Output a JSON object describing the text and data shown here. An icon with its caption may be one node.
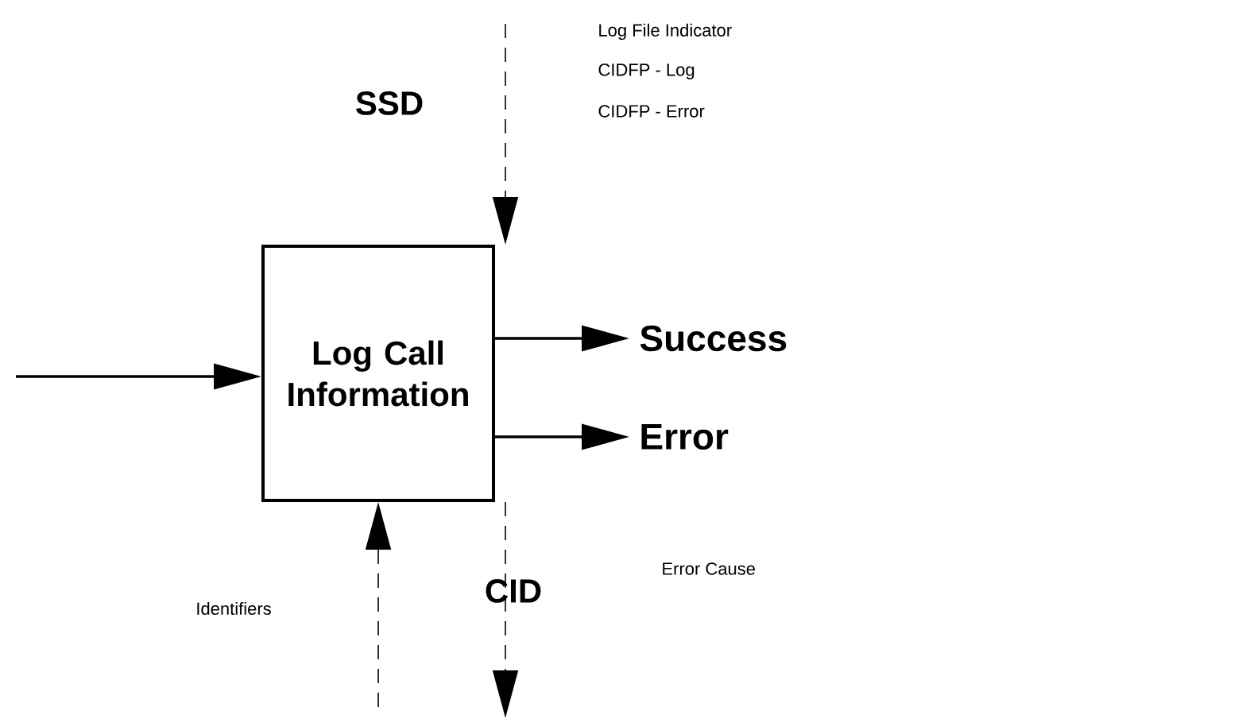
{
  "diagram": {
    "nodes": [
      {
        "text": [
          "Log Call Information"
        ]
      },
      {
        "text": [
          "Success"
        ]
      },
      {
        "text": [
          "Error"
        ]
      }
    ],
    "edges": [
      {
        "from": null,
        "to": 0,
        "arrow": "to"
      },
      {
        "from": null,
        "to": 0,
        "arrow": "to",
        "style": "dashed"
      },
      {
        "from": 0,
        "to": 1,
        "arrow": "to"
      },
      {
        "from": 0,
        "to": 2,
        "arrow": "to"
      },
      {
        "from": null,
        "to": 0,
        "arrow": "to",
        "style": "dashed"
      },
      {
        "from": 0,
        "to": null,
        "arrow": "to",
        "style": "dashed"
      }
    ],
    "labels": [
      "SSD",
      "Log File Indicator",
      "CIDFP - Log",
      "CIDFP - Error",
      "CID",
      "Identifiers",
      "Error Cause"
    ]
  }
}
